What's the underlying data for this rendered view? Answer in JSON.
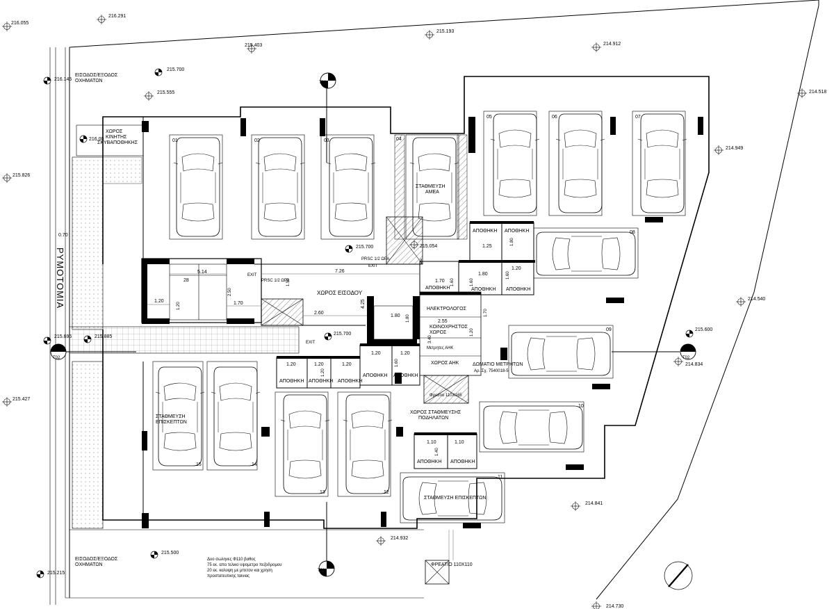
{
  "road_name": "ΡΥΜΟΤΟΜΙΑ",
  "road_width": "0.70",
  "levels": [
    {
      "id": "l1",
      "text": "216.055"
    },
    {
      "id": "l2",
      "text": "216.291"
    },
    {
      "id": "l3",
      "text": "215.193"
    },
    {
      "id": "l4",
      "text": "215.403"
    },
    {
      "id": "l5",
      "text": "214.912"
    },
    {
      "id": "l6",
      "text": "216.145"
    },
    {
      "id": "l7",
      "text": "215.700"
    },
    {
      "id": "l8",
      "text": "215.555"
    },
    {
      "id": "l9",
      "text": "214.518"
    },
    {
      "id": "l10",
      "text": "216.00"
    },
    {
      "id": "l11",
      "text": "214.949"
    },
    {
      "id": "l12",
      "text": "215.826"
    },
    {
      "id": "l13",
      "text": "215.700"
    },
    {
      "id": "l14",
      "text": "215.054"
    },
    {
      "id": "l15",
      "text": "214.540"
    },
    {
      "id": "l16",
      "text": "215.695"
    },
    {
      "id": "l17",
      "text": "215.885"
    },
    {
      "id": "l18",
      "text": "215.700"
    },
    {
      "id": "l19",
      "text": "215.600"
    },
    {
      "id": "l20",
      "text": "214.834"
    },
    {
      "id": "l21",
      "text": "215.427"
    },
    {
      "id": "l22",
      "text": "214.841"
    },
    {
      "id": "l23",
      "text": "214.932"
    },
    {
      "id": "l24",
      "text": "215.500"
    },
    {
      "id": "l25",
      "text": "215.215"
    },
    {
      "id": "l26",
      "text": "214.730"
    }
  ],
  "sections": {
    "t01": "T01",
    "t02": "T02"
  },
  "spaces": [
    "01",
    "02",
    "03",
    "04",
    "05",
    "06",
    "07",
    "08",
    "09",
    "10",
    "11",
    "12",
    "13",
    "14",
    "15"
  ],
  "labels": {
    "entrance_top": [
      "ΕΙΣΟΔΟΣ/ΕΞΟΔΟΣ",
      "ΟΧΗΜΑΤΩΝ"
    ],
    "entrance_bottom": [
      "ΕΙΣΟΔΟΣ/ΕΞΟΔΟΣ",
      "ΟΧΗΜΑΤΩΝ"
    ],
    "waste": [
      "ΧΩΡΟΣ",
      "ΚΙΝΗΤΗΣ",
      "ΣΚΥΒΑΠΟΘΗΚΗΣ"
    ],
    "disabled_parking": [
      "ΣΤΑΘΜΕΥΣΗ",
      "ΑΜΕΑ"
    ],
    "entrance_hall": "ΧΩΡΟΣ ΕΙΣΟΔΟΥ",
    "electrician": "ΗΛΕΚΤΡΟΛΟΓΟΣ",
    "common_space": [
      "ΚΟΙΝΟΧΡΗΣΤΟΣ",
      "ΧΩΡΟΣ"
    ],
    "meters_ahk": "Μετρητες ΑΗΚ",
    "space_ahk": "ΧΩΡΟΣ ΑΗΚ",
    "meter_room": [
      "ΔΩΜΑΤΙΟ ΜΕΤΡΗΤΩΝ",
      "Αρ. Σχ. 7540018-5"
    ],
    "manhole_1": "Φρεατιο 110Χ165",
    "bicycle": [
      "ΧΩΡΟΣ ΣΤΑΘΜΕΥΣΗΣ",
      "ΠΟΔΗΛΑΤΩΝ"
    ],
    "visitor_parking_left": [
      "ΣΤΑΘΜΕΥΣΗ",
      "ΕΠΙΣΚΕΠΤΩΝ"
    ],
    "visitor_parking_right": "ΣΤΑΘΜΕΥΣΗ ΕΠΙΣΚΕΠΤΩΝ",
    "manhole_2": "ΦΡΕΑΤΙΟ 110Χ110",
    "storage": "ΑΠΟΘΗΚΗ",
    "exit": "EXIT",
    "door_note": "PRSC 1/2 ΩΡΑ",
    "pipes_note": [
      "Δυο σωληνες Φ110 βαθος",
      "75 εκ. απο τελικο υψομετρο πεζοδρομου",
      "20 εκ. καλυψη με μπετον και χρηση",
      "προστατευτικης ταινιας"
    ]
  },
  "dims": {
    "d514": "5.14",
    "d726": "7.26",
    "d120a": "1.20",
    "d170a": "1.70",
    "d250": "2.50",
    "d260": "2.60",
    "d425": "4.25",
    "d180a": "1.80",
    "d180b": "1.80",
    "d255": "2.55",
    "d340": "3.40",
    "d120b": "1.20",
    "d125": "1.25",
    "d180c": "1.80",
    "d170b": "1.70",
    "d160a": "1.60",
    "d160b": "1.60",
    "d120c": "1.20",
    "d120d": "1.20",
    "d120e": "1.20",
    "d120f": "1.20",
    "d120g": "1.20",
    "d160c": "1.60",
    "d110a": "1.10",
    "d110b": "1.10",
    "d140": "1.40",
    "d28": "28",
    "d120h": "1.20",
    "d170c": "1.70",
    "d150": "1.50"
  }
}
